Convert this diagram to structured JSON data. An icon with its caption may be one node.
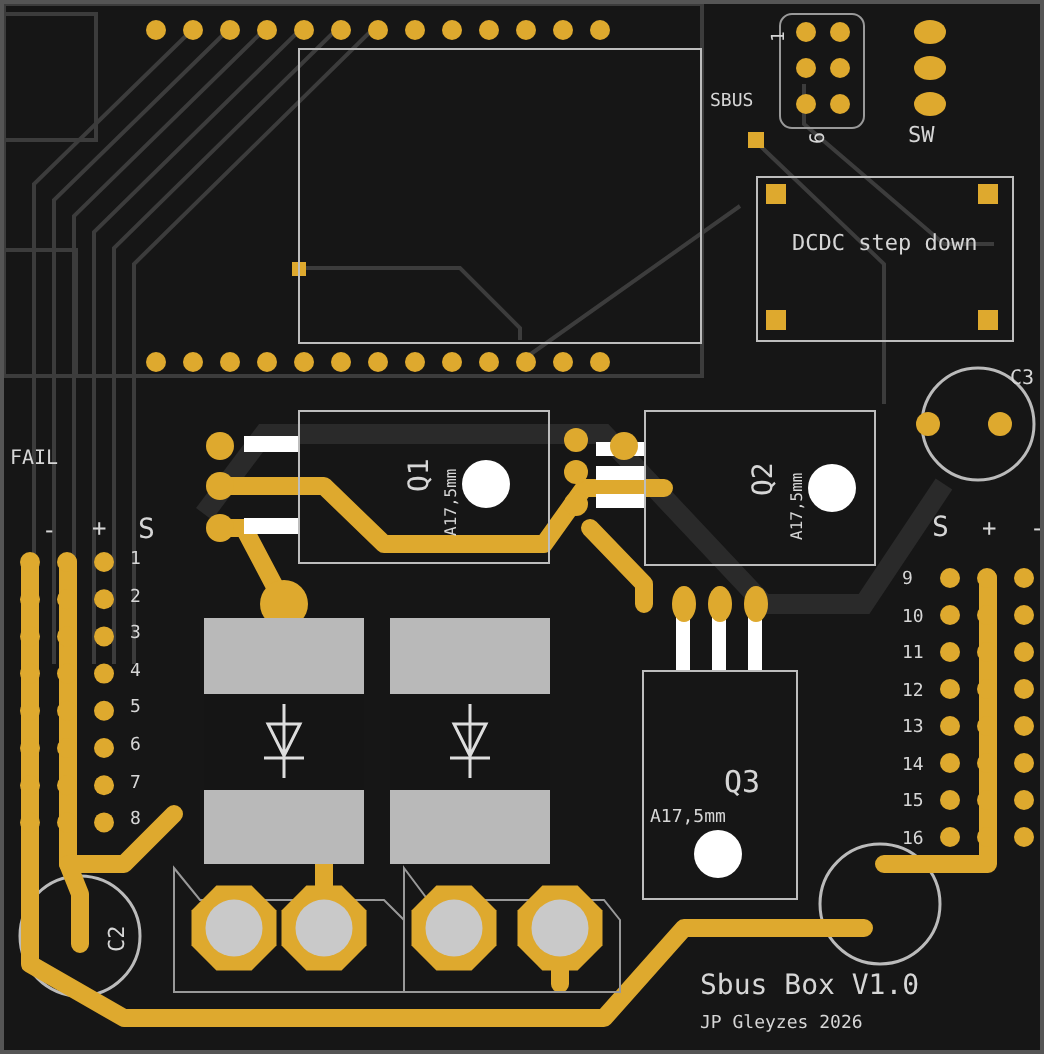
{
  "diagram": {
    "nodes": [
      {
        "text": [],
        "shape": "box"
      },
      {
        "text": [
          "DCDC step down"
        ]
      },
      {
        "text": [
          "Q1",
          "A17,5mm"
        ]
      },
      {
        "text": [
          "Q2",
          "A17,5mm"
        ]
      },
      {
        "text": [
          "Q3",
          "A17,5mm"
        ]
      }
    ],
    "labels": [
      "1",
      "SBUS",
      "6",
      "SW",
      "C3",
      "FAIL",
      "-",
      "+",
      "S",
      "1",
      "2",
      "3",
      "4",
      "5",
      "6",
      "7",
      "8",
      "S",
      "+",
      "-",
      "9",
      "10",
      "11",
      "12",
      "13",
      "14",
      "15",
      "16",
      "C2",
      "Sbus Box V1.0",
      "JP Gleyzes 2026"
    ]
  }
}
